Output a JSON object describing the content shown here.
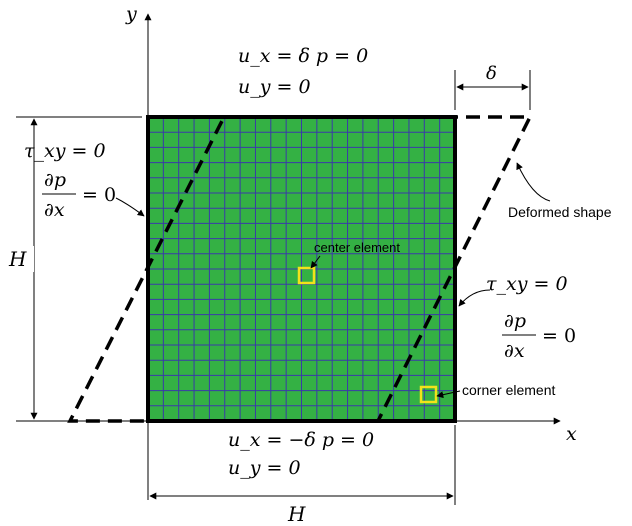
{
  "diagram": {
    "axes": {
      "x_label": "x",
      "y_label": "y"
    },
    "mesh": {
      "rows": 20,
      "cols": 20,
      "fill_color": "#34b144",
      "line_color": "#3a3aa8",
      "border_color": "#000000"
    },
    "highlight_color": "#f2e21b",
    "top_bc": {
      "line1": "u_x = δ    p = 0",
      "line2": "u_y = 0"
    },
    "bottom_bc": {
      "line1": "u_x = −δ    p = 0",
      "line2": "u_y = 0"
    },
    "left_bc": {
      "tau": "τ_xy = 0",
      "dp_num": "∂p",
      "dp_den": "∂x",
      "dp_rhs": "= 0"
    },
    "right_bc": {
      "tau": "τ_xy = 0",
      "dp_num": "∂p",
      "dp_den": "∂x",
      "dp_rhs": "= 0"
    },
    "delta_label": "δ",
    "height_label": "H",
    "width_label": "H",
    "deformed_label": "Deformed shape",
    "center_label": "center element",
    "corner_label": "corner element"
  }
}
